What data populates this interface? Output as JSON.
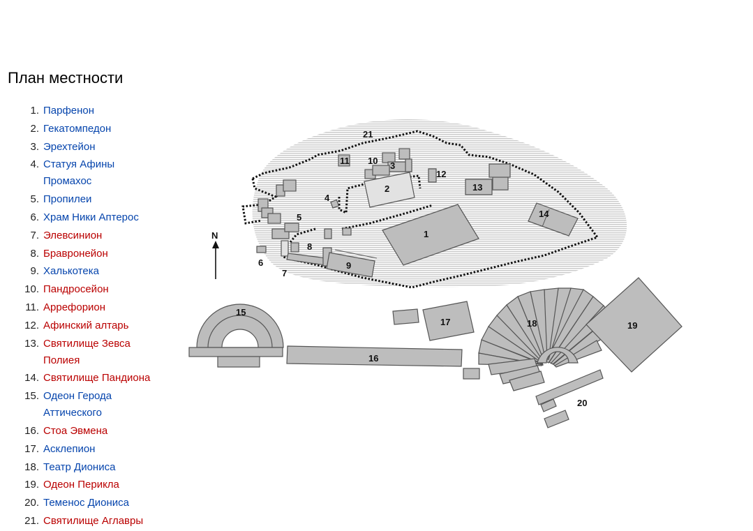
{
  "heading": "План местности",
  "legend": [
    {
      "num": "1.",
      "label": "Парфенон",
      "color": "#0645ad"
    },
    {
      "num": "2.",
      "label": "Гекатомпедон",
      "color": "#0645ad"
    },
    {
      "num": "3.",
      "label": "Эрехтейон",
      "color": "#0645ad"
    },
    {
      "num": "4.",
      "label": "Статуя Афины",
      "label2": "Промахос",
      "color": "#0645ad"
    },
    {
      "num": "5.",
      "label": "Пропилеи",
      "color": "#0645ad"
    },
    {
      "num": "6.",
      "label": "Храм Ники Аптерос",
      "color": "#0645ad"
    },
    {
      "num": "7.",
      "label": "Элевсинион",
      "color": "#ba0000"
    },
    {
      "num": "8.",
      "label": "Бравронейон",
      "color": "#ba0000"
    },
    {
      "num": "9.",
      "label": "Халькотека",
      "color": "#0645ad"
    },
    {
      "num": "10.",
      "label": "Пандросейон",
      "color": "#ba0000"
    },
    {
      "num": "11.",
      "label": "Аррефорион",
      "color": "#ba0000"
    },
    {
      "num": "12.",
      "label": "Афинский алтарь",
      "color": "#ba0000"
    },
    {
      "num": "13.",
      "label": "Святилище Зевса",
      "label2": "Полиея",
      "color": "#ba0000"
    },
    {
      "num": "14.",
      "label": "Святилище Пандиона",
      "color": "#ba0000"
    },
    {
      "num": "15.",
      "label": "Одеон Герода",
      "label2": "Аттического",
      "color": "#0645ad"
    },
    {
      "num": "16.",
      "label": "Стоа Эвмена",
      "color": "#ba0000"
    },
    {
      "num": "17.",
      "label": "Асклепион",
      "color": "#0645ad"
    },
    {
      "num": "18.",
      "label": "Театр Диониса",
      "color": "#0645ad"
    },
    {
      "num": "19.",
      "label": "Одеон Перикла",
      "color": "#ba0000"
    },
    {
      "num": "20.",
      "label": "Теменос Диониса",
      "color": "#0645ad"
    },
    {
      "num": "21.",
      "label": "Святилище Аглавры",
      "color": "#ba0000"
    }
  ],
  "map": {
    "north_label": "N",
    "labels": [
      "1",
      "2",
      "3",
      "4",
      "5",
      "6",
      "7",
      "8",
      "9",
      "10",
      "11",
      "12",
      "13",
      "14",
      "15",
      "16",
      "17",
      "18",
      "19",
      "20",
      "21"
    ]
  }
}
